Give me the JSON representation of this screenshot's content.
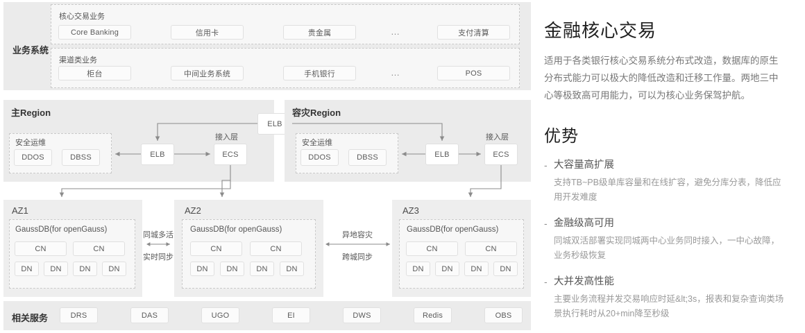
{
  "diagram": {
    "business": {
      "label": "业务系统",
      "groups": [
        {
          "title": "核心交易业务",
          "items": [
            "Core Banking",
            "信用卡",
            "贵金属",
            "…",
            "支付清算"
          ]
        },
        {
          "title": "渠道类业务",
          "items": [
            "柜台",
            "中间业务系统",
            "手机银行",
            "…",
            "POS"
          ]
        }
      ]
    },
    "regions": [
      {
        "title": "主Region",
        "secops_title": "安全运维",
        "secops": [
          "DDOS",
          "DBSS"
        ],
        "elb": "ELB",
        "access_label": "接入层",
        "ecs": "ECS"
      },
      {
        "title": "容灾Region",
        "secops_title": "安全运维",
        "secops": [
          "DDOS",
          "DBSS"
        ],
        "elb": "ELB",
        "access_label": "接入层",
        "ecs": "ECS"
      }
    ],
    "top_elb": "ELB",
    "azs": [
      {
        "title": "AZ1",
        "db": "GaussDB(for openGauss)",
        "cn": [
          "CN",
          "CN"
        ],
        "dn": [
          "DN",
          "DN",
          "DN",
          "DN"
        ]
      },
      {
        "title": "AZ2",
        "db": "GaussDB(for openGauss)",
        "cn": [
          "CN",
          "CN"
        ],
        "dn": [
          "DN",
          "DN",
          "DN",
          "DN"
        ]
      },
      {
        "title": "AZ3",
        "db": "GaussDB(for openGauss)",
        "cn": [
          "CN",
          "CN"
        ],
        "dn": [
          "DN",
          "DN",
          "DN",
          "DN"
        ]
      }
    ],
    "link_az1_az2": {
      "top": "同城多活",
      "bottom": "实时同步"
    },
    "link_az2_az3": {
      "top": "异地容灾",
      "bottom": "跨城同步"
    },
    "services": {
      "label": "相关服务",
      "items": [
        "DRS",
        "DAS",
        "UGO",
        "EI",
        "DWS",
        "Redis",
        "OBS"
      ]
    }
  },
  "side": {
    "title": "金融核心交易",
    "lead": "适用于各类银行核心交易系统分布式改造，数据库的原生分布式能力可以极大的降低改造和迁移工作量。两地三中心等极致高可用能力，可以为核心业务保驾护航。",
    "advantages_title": "优势",
    "bullet_mark": "-",
    "advantages": [
      {
        "title": "大容量高扩展",
        "desc": "支持TB~PB级单库容量和在线扩容，避免分库分表，降低应用开发难度"
      },
      {
        "title": "金融级高可用",
        "desc": "同城双活部署实现同城两中心业务同时接入，一中心故障，业务秒级恢复"
      },
      {
        "title": "大并发高性能",
        "desc": "主要业务流程并发交易响应时延&lt;3s，报表和复杂查询类场景执行耗时从20+min降至秒级"
      }
    ]
  },
  "colors": {
    "panel": "#ebebeb",
    "panel_light": "#eeeeee",
    "node_bg": "#fbfbfb",
    "node_border": "#e0e0e0",
    "wire": "#8b8b8b",
    "dash_border": "#c9c9c9"
  }
}
